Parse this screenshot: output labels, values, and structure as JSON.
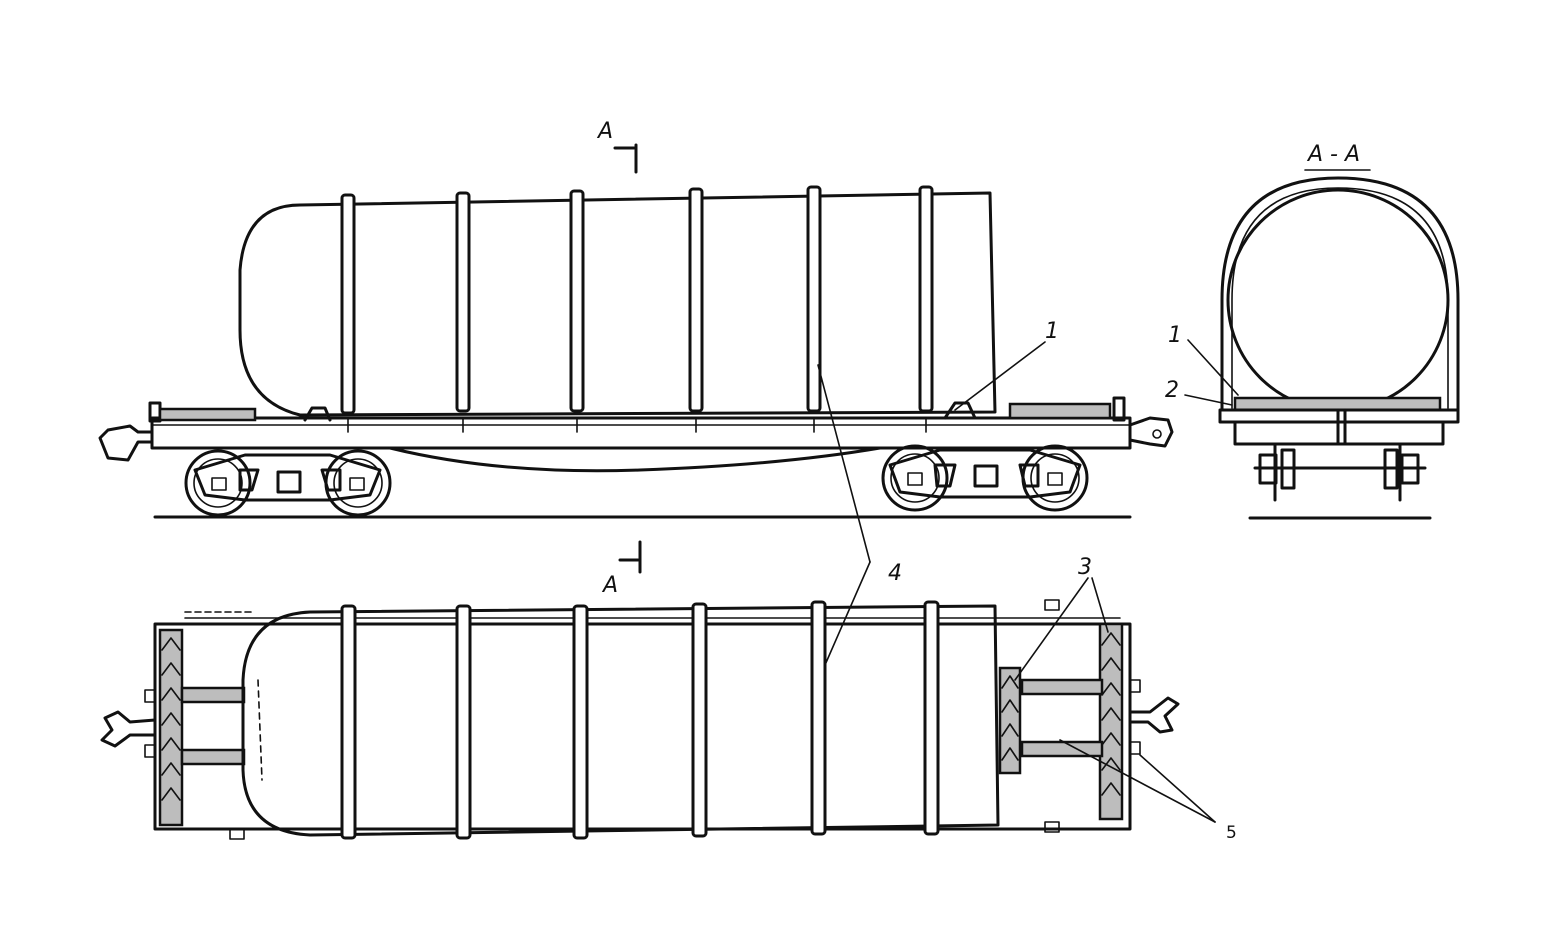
{
  "labels": {
    "section_marker_top": "А",
    "section_marker_bottom": "А",
    "section_title": "А - А",
    "callout_1_side": "1",
    "callout_1_end": "1",
    "callout_2_end": "2",
    "callout_3": "3",
    "callout_4": "4",
    "callout_5": "5"
  },
  "colors": {
    "ink": "#111111",
    "wood": "#bdbdbd",
    "background": "#ffffff"
  }
}
